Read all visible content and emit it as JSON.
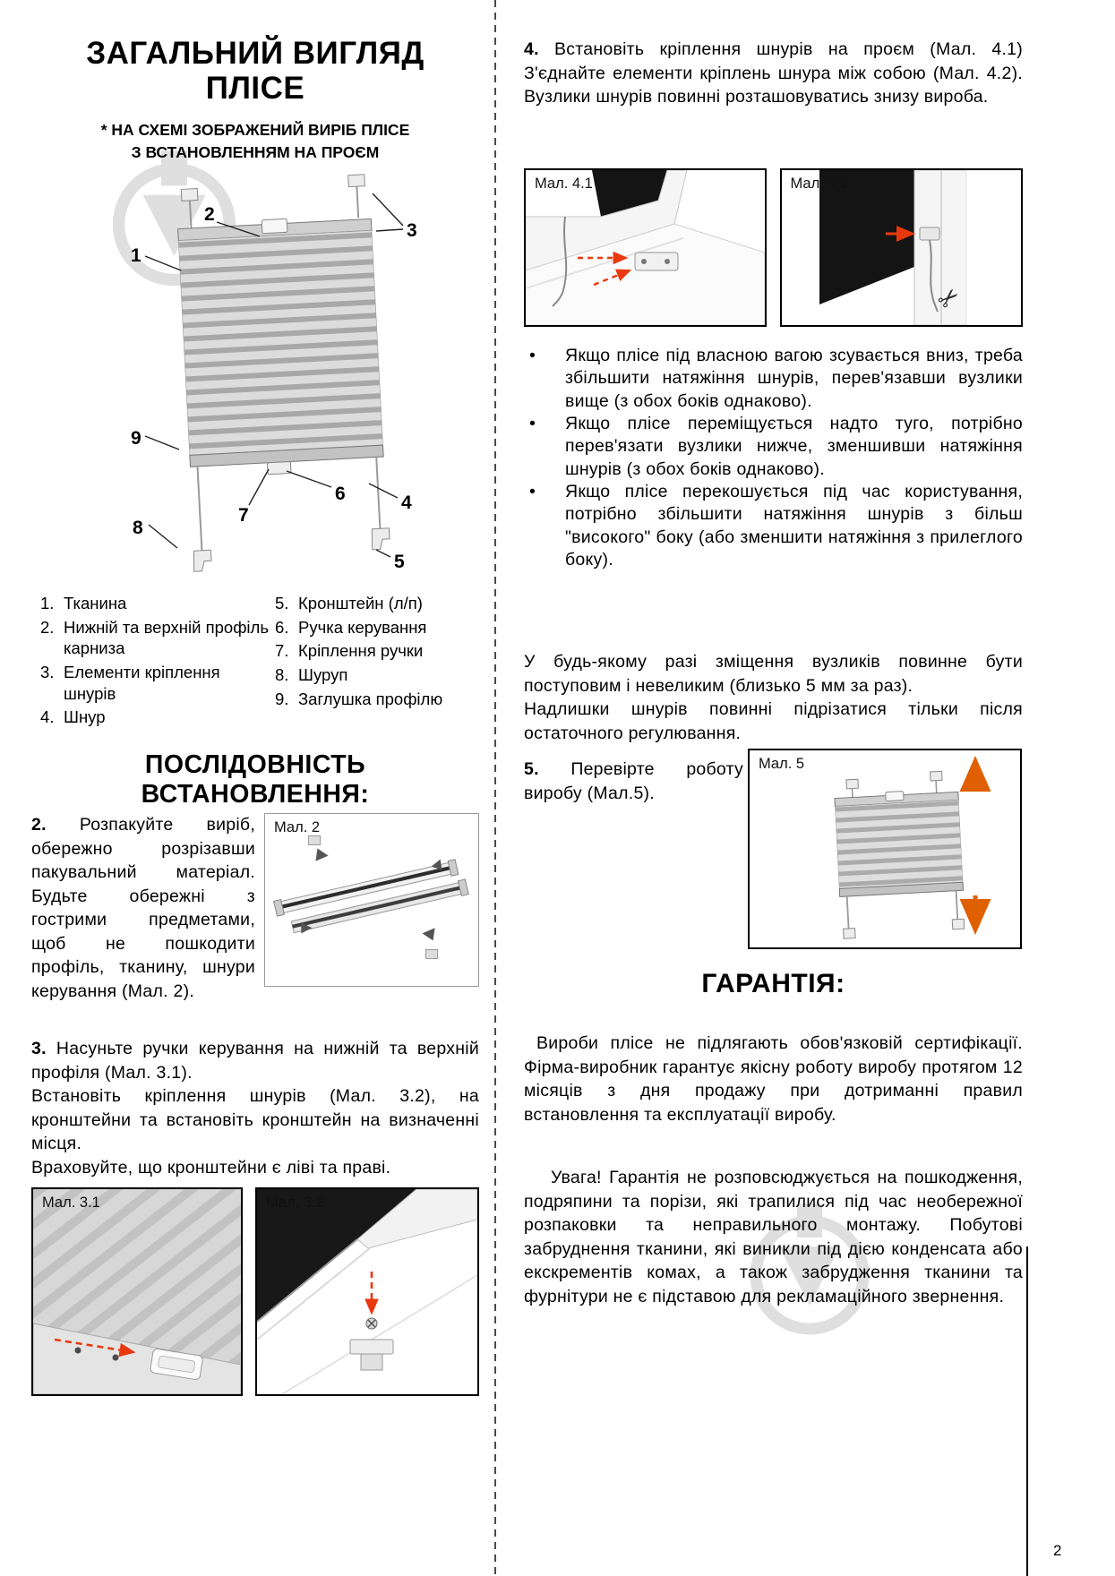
{
  "page": {
    "number": "2"
  },
  "icons": {
    "bullet": "•",
    "scissors": "✂"
  },
  "colors": {
    "accent_red": "#e8380d",
    "arrow_orange": "#e06000",
    "watermark_gray": "#c6c6c6",
    "text_black": "#000000"
  },
  "left": {
    "title": [
      "ЗАГАЛЬНИЙ ВИГЛЯД",
      "ПЛІСЕ"
    ],
    "subtitle": [
      "* НА СХЕМІ ЗОБРАЖЕНИЙ ВИРІБ ПЛІСЕ",
      "З ВСТАНОВЛЕННЯМ НА ПРОЄМ"
    ],
    "callouts": [
      "1",
      "2",
      "3",
      "4",
      "5",
      "6",
      "7",
      "8",
      "9"
    ],
    "legend_left": [
      {
        "num": "1.",
        "text": "Тканина"
      },
      {
        "num": "2.",
        "text": "Нижній та верхній профіль карниза"
      },
      {
        "num": "3.",
        "text": "Елементи кріплення шнурів"
      },
      {
        "num": "4.",
        "text": "Шнур"
      }
    ],
    "legend_right": [
      {
        "num": "5.",
        "text": "Кронштейн (л/п)"
      },
      {
        "num": "6.",
        "text": "Ручка керування"
      },
      {
        "num": "7.",
        "text": "Кріплення ручки"
      },
      {
        "num": "8.",
        "text": "Шуруп"
      },
      {
        "num": "9.",
        "text": "Заглушка профілю"
      }
    ],
    "sequence_heading": "ПОСЛІДОВНІСТЬ ВСТАНОВЛЕННЯ:",
    "step2": {
      "num": "2.",
      "text": "Розпакуйте виріб, обережно розрізавши пакувальний матеріал. Будьте обережні з гострими предметами, щоб не пошкодити профіль, тканину, шнури керування (Мал. 2)."
    },
    "fig2_label": "Мал. 2",
    "step3": {
      "num": "3.",
      "lines": [
        "Насуньте ручки керування на нижній та верхній профіля (Мал. 3.1).",
        "Встановіть кріплення шнурів (Мал. 3.2), на кронштейни та встановіть кронштейн на визначенні місця.",
        "Враховуйте, що кронштейни є ліві та праві."
      ]
    },
    "fig31_label": "Мал. 3.1",
    "fig32_label": "Мал. 3.2"
  },
  "right": {
    "step4": {
      "num": "4.",
      "text": "Встановіть кріплення шнурів на проєм (Мал. 4.1) З'єднайте елементи кріплень шнура між собою (Мал. 4.2). Вузлики шнурів повинні розташовуватись знизу вироба."
    },
    "fig41_label": "Мал. 4.1",
    "fig42_label": "Мал. 4.2",
    "bullets": [
      "Якщо плісе під власною вагою зсувається вниз, треба збільшити натяжіння шнурів, перев'язавши вузлики вище (з обох боків однаково).",
      "Якщо плісе переміщується надто туго, потрібно перев'язати вузлики нижче, зменшивши натяжіння шнурів (з обох боків однаково).",
      "Якщо плісе перекошується під час користування, потрібно збільшити натяжіння шнурів з більш \"високого\" боку (або зменшити натяжіння з прилеглого боку)."
    ],
    "note": [
      "У будь-якому разі зміщення вузликів повинне бути поступовим і невеликим (близько 5 мм за раз).",
      "Надлишки шнурів повинні підрізатися тільки після остаточного регулювання."
    ],
    "step5": {
      "num": "5.",
      "text": "Перевірте роботу виробу (Мал.5)."
    },
    "fig5_label": "Мал. 5",
    "warranty": {
      "heading": "ГАРАНТІЯ:",
      "p1": "Вироби плісе не підлягають обов'язковій сертифікації. Фірма-виробник гарантує якісну роботу виробу протягом 12 місяців з дня продажу при дотриманні правил встановлення та експлуатації виробу.",
      "p2": "Увага! Гарантія не розповсюджується на пошкодження, подряпини та порізи, які трапилися під час необережної розпаковки та неправильного монтажу. Побутові забруднення тканини, які виникли під дією конденсата або екскрементів комах, а також забрудження тканини та фурнітури не є підставою для рекламаційного звернення."
    }
  }
}
